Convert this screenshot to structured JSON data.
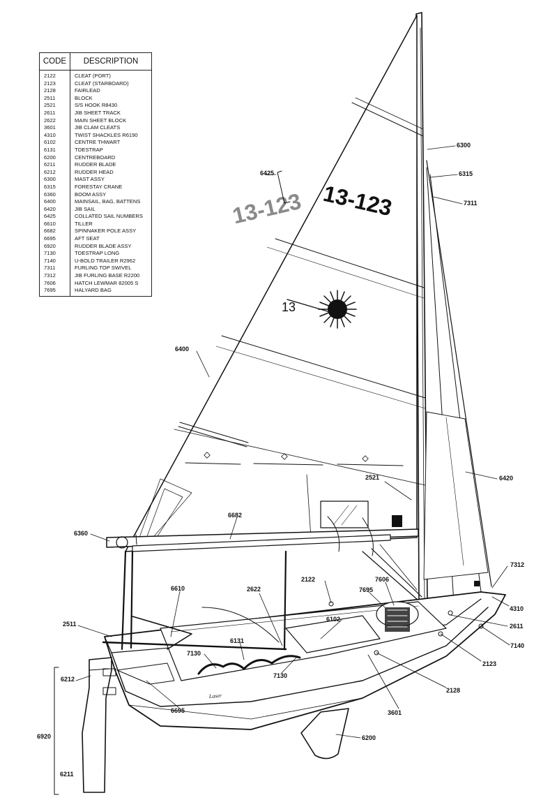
{
  "legend": {
    "header_code": "CODE",
    "header_description": "DESCRIPTION",
    "rows": [
      {
        "code": "2122",
        "desc": "CLEAT (PORT)"
      },
      {
        "code": "2123",
        "desc": "CLEAT (STARBOARD)"
      },
      {
        "code": "2128",
        "desc": "FAIRLEAD"
      },
      {
        "code": "2511",
        "desc": "BLOCK"
      },
      {
        "code": "2521",
        "desc": "S/S HOOK R8430"
      },
      {
        "code": "2611",
        "desc": "JIB SHEET TRACK"
      },
      {
        "code": "2622",
        "desc": "MAIN SHEET BLOCK"
      },
      {
        "code": "3601",
        "desc": "JIB CLAM CLEATS"
      },
      {
        "code": "4310",
        "desc": "TWIST SHACKLES R6190"
      },
      {
        "code": "6102",
        "desc": "CENTRE THWART"
      },
      {
        "code": "6131",
        "desc": "TOESTRAP"
      },
      {
        "code": "6200",
        "desc": "CENTREBOARD"
      },
      {
        "code": "6211",
        "desc": "RUDDER BLADE"
      },
      {
        "code": "6212",
        "desc": "RUDDER HEAD"
      },
      {
        "code": "6300",
        "desc": "MAST ASSY"
      },
      {
        "code": "6315",
        "desc": "FORESTAY CRANE"
      },
      {
        "code": "6360",
        "desc": "BOOM ASSY"
      },
      {
        "code": "6400",
        "desc": "MAINSAIL, BAG, BATTENS"
      },
      {
        "code": "6420",
        "desc": "JIB SAIL"
      },
      {
        "code": "6425",
        "desc": "COLLATED SAIL NUMBERS"
      },
      {
        "code": "6610",
        "desc": "TILLER"
      },
      {
        "code": "6682",
        "desc": "SPINNAKER POLE ASSY"
      },
      {
        "code": "6695",
        "desc": "AFT SEAT"
      },
      {
        "code": "6920",
        "desc": "RUDDER BLADE ASSY"
      },
      {
        "code": "7130",
        "desc": "TOESTRAP LONG"
      },
      {
        "code": "7140",
        "desc": "U-BOLD TRAILER R2962"
      },
      {
        "code": "7311",
        "desc": "FURLING TOP SWIVEL"
      },
      {
        "code": "7312",
        "desc": "JIB FURLING BASE R2200"
      },
      {
        "code": "7606",
        "desc": "HATCH LEWMAR 82005 S"
      },
      {
        "code": "7695",
        "desc": "HALYARD BAG"
      }
    ]
  },
  "sail": {
    "number_top": "13-123",
    "number_mirror": "13-123",
    "class_number": "13"
  },
  "hull": {
    "script": "Laser"
  },
  "callouts": {
    "c6300": "6300",
    "c6315": "6315",
    "c7311": "7311",
    "c6425": "6425",
    "c6400": "6400",
    "c6420": "6420",
    "c2521": "2521",
    "c6682": "6682",
    "c6360": "6360",
    "c7312": "7312",
    "c4310": "4310",
    "c2611": "2611",
    "c7140": "7140",
    "c2123": "2123",
    "c2128": "2128",
    "c3601": "3601",
    "c6200": "6200",
    "c2122": "2122",
    "c7606": "7606",
    "c7695": "7695",
    "c6102": "6102",
    "c2622": "2622",
    "c6610": "6610",
    "c2511": "2511",
    "c6131": "6131",
    "c7130a": "7130",
    "c7130b": "7130",
    "c6212": "6212",
    "c6695": "6695",
    "c6920": "6920",
    "c6211": "6211"
  },
  "colors": {
    "ink": "#111111",
    "sail_grey": "#8a8a8a",
    "paper": "#ffffff"
  }
}
